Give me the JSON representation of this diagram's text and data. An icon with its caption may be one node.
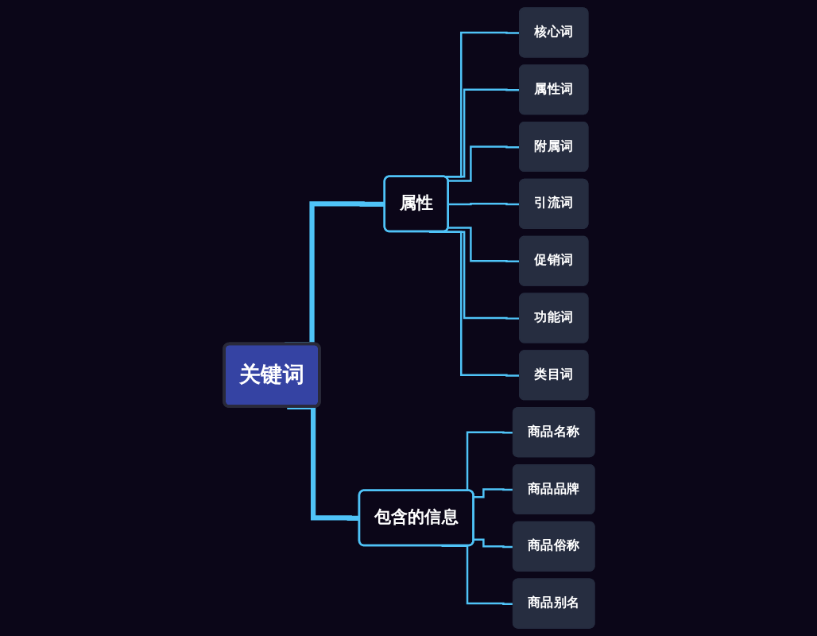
{
  "diagram": {
    "nodes": [
      {
        "text": [
          "关键词"
        ]
      },
      {
        "text": [
          "属性"
        ]
      },
      {
        "text": [
          "核心词"
        ]
      },
      {
        "text": [
          "属性词"
        ]
      },
      {
        "text": [
          "附属词"
        ]
      },
      {
        "text": [
          "引流词"
        ]
      },
      {
        "text": [
          "促销词"
        ]
      },
      {
        "text": [
          "功能词"
        ]
      },
      {
        "text": [
          "类目词"
        ]
      },
      {
        "text": [
          "包含的信息"
        ]
      },
      {
        "text": [
          "商品名称"
        ]
      },
      {
        "text": [
          "商品品牌"
        ]
      },
      {
        "text": [
          "商品俗称"
        ]
      },
      {
        "text": [
          "商品别名"
        ]
      }
    ],
    "edges": [
      {
        "from": 0,
        "to": 1,
        "arrow": "none",
        "style": "thick"
      },
      {
        "from": 1,
        "to": 2,
        "arrow": "none"
      },
      {
        "from": 1,
        "to": 3,
        "arrow": "none"
      },
      {
        "from": 1,
        "to": 4,
        "arrow": "none"
      },
      {
        "from": 1,
        "to": 5,
        "arrow": "none"
      },
      {
        "from": 1,
        "to": 6,
        "arrow": "none"
      },
      {
        "from": 1,
        "to": 7,
        "arrow": "none"
      },
      {
        "from": 1,
        "to": 8,
        "arrow": "none"
      },
      {
        "from": 0,
        "to": 9,
        "arrow": "none",
        "style": "thick"
      },
      {
        "from": 9,
        "to": 10,
        "arrow": "none"
      },
      {
        "from": 9,
        "to": 11,
        "arrow": "none"
      },
      {
        "from": 9,
        "to": 12,
        "arrow": "none"
      },
      {
        "from": 9,
        "to": 13,
        "arrow": "none"
      }
    ]
  }
}
